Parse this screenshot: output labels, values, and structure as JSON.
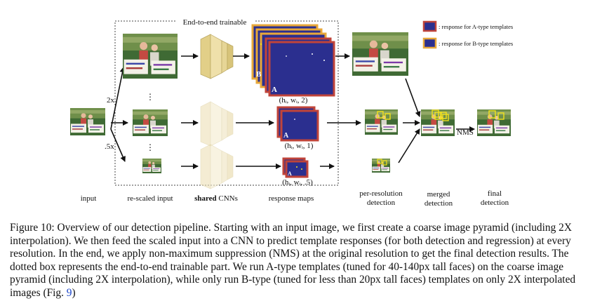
{
  "figure": {
    "trainable_box_label": "End-to-end trainable",
    "scale_labels": {
      "up": "2x",
      "down": ".5x"
    },
    "legend": [
      {
        "color": "#c0443a",
        "label": ": response for A-type templates"
      },
      {
        "color": "#e8a83a",
        "label": ": response for B-type templates"
      }
    ],
    "map_letters": {
      "a": "A",
      "b": "B"
    },
    "map_dims": [
      "(hᵢ, wᵢ, 2)",
      "(hᵢ, wᵢ, 1)",
      "(hᵢ, wᵢ, .5)"
    ],
    "nms_label": "NMS",
    "stage_labels": {
      "input": "input",
      "rescaled": "re-scaled input",
      "shared_bold": "shared",
      "shared_rest": " CNNs",
      "response_maps": "response maps",
      "per_res_line1": "per-resolution",
      "per_res_line2": "detection",
      "merged_line1": "merged",
      "merged_line2": "detection",
      "final_line1": "final",
      "final_line2": "detection"
    }
  },
  "caption": {
    "text": "Figure 10: Overview of our detection pipeline. Starting with an input image, we first create a coarse image pyramid (including 2X interpolation). We then feed the scaled input into a CNN to predict template responses (for both detection and regression) at every resolution. In the end, we apply non-maximum suppression (NMS) at the original resolution to get the final detection results. The dotted box represents the end-to-end trainable part. We run A-type templates (tuned for 40-140px tall faces) on the coarse image pyramid (including 2X interpolation), while only run B-type (tuned for less than 20px tall faces) templates on only 2X interpolated images (Fig. ",
    "fig_ref": "9",
    "text_end": ")"
  },
  "colors": {
    "map_fill": "#2b2f8f",
    "a_border": "#c0443a",
    "b_border": "#e8a83a",
    "cnn": "#e9d9a0",
    "detection_box": "#f2e21b"
  }
}
